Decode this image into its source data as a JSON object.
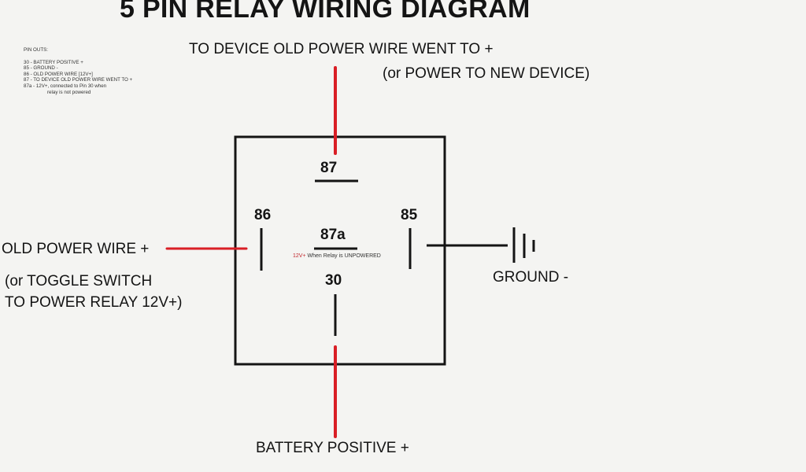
{
  "title": "5 PIN RELAY WIRING DIAGRAM",
  "pinouts": {
    "header": "PIN OUTS:",
    "lines": [
      "30 - BATTERY POSITIVE +",
      "85 - GROUND -",
      "86 - OLD POWER WIRE  [12V+]",
      "87 - TO DEVICE OLD POWER WIRE WENT TO +",
      "87a - 12V+, connected to Pin 30 when"
    ],
    "continuation": "relay is not powered"
  },
  "labels": {
    "top_line1": "TO DEVICE OLD POWER WIRE WENT TO +",
    "top_line2": "(or POWER TO NEW DEVICE)",
    "left_line1": "OLD POWER WIRE +",
    "left_line2": "(or TOGGLE SWITCH",
    "left_line3": "TO POWER RELAY 12V+)",
    "right": "GROUND -",
    "bottom": "BATTERY POSITIVE +"
  },
  "pins": {
    "p87": "87",
    "p86": "86",
    "p85": "85",
    "p87a": "87a",
    "p30": "30"
  },
  "note": {
    "red_part": "12V+",
    "rest": " When Relay is UNPOWERED"
  },
  "colors": {
    "wire_positive": "#d91e25",
    "wire_ground": "#141414",
    "background": "#f4f4f2"
  }
}
